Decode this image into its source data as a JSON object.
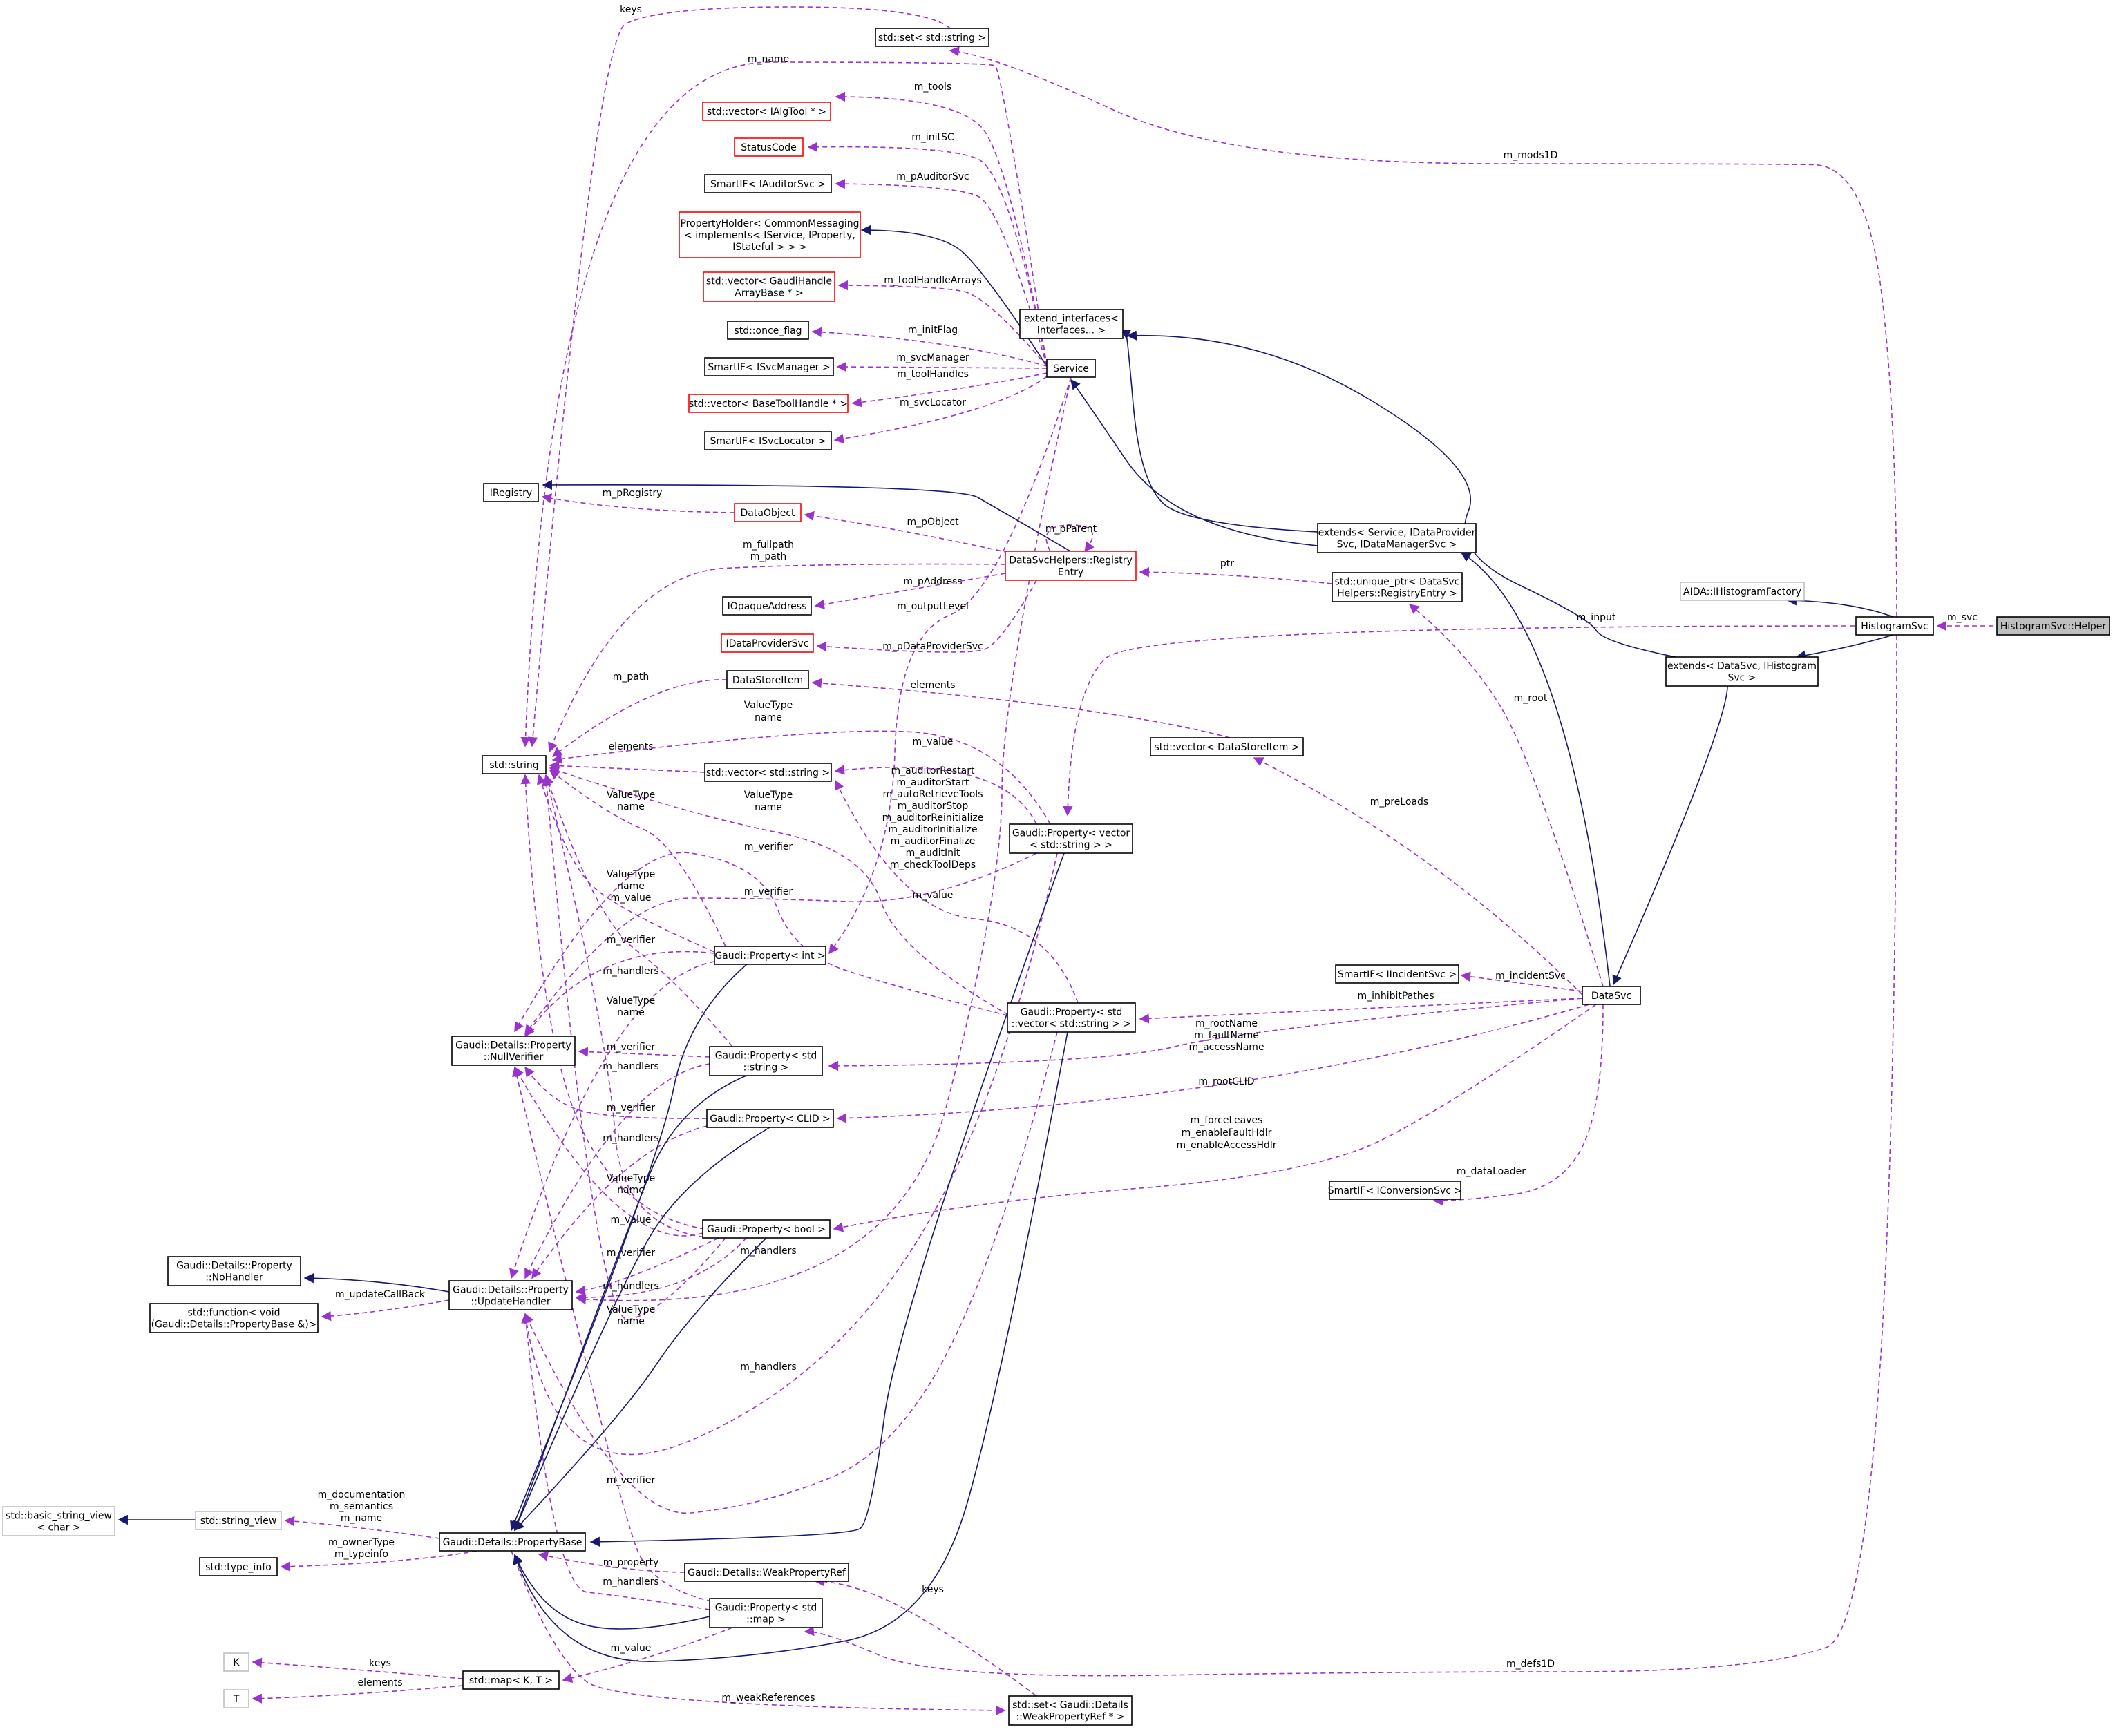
{
  "nodes": [
    {
      "id": "helper",
      "label": [
        "HistogramSvc::Helper"
      ],
      "style": "hl"
    },
    {
      "id": "histsvc",
      "label": [
        "HistogramSvc"
      ],
      "style": "std"
    },
    {
      "id": "aida",
      "label": [
        "AIDA::IHistogramFactory"
      ],
      "style": "gray"
    },
    {
      "id": "extdatasvc",
      "label": [
        "extends< DataSvc, IHistogram",
        "Svc >"
      ],
      "style": "std"
    },
    {
      "id": "datasvc",
      "label": [
        "DataSvc"
      ],
      "style": "std"
    },
    {
      "id": "extservice",
      "label": [
        "extends< Service, IDataProvider",
        "Svc, IDataManagerSvc >"
      ],
      "style": "std"
    },
    {
      "id": "extiface",
      "label": [
        "extend_interfaces<",
        "Interfaces... >"
      ],
      "style": "std"
    },
    {
      "id": "service",
      "label": [
        "Service"
      ],
      "style": "std"
    },
    {
      "id": "setstring",
      "label": [
        "std::set< std::string >"
      ],
      "style": "std"
    },
    {
      "id": "vecalgtool",
      "label": [
        "std::vector< IAlgTool * >"
      ],
      "style": "red"
    },
    {
      "id": "statuscode",
      "label": [
        "StatusCode"
      ],
      "style": "red"
    },
    {
      "id": "sifauditor",
      "label": [
        "SmartIF< IAuditorSvc >"
      ],
      "style": "std"
    },
    {
      "id": "propholder",
      "label": [
        "PropertyHolder< CommonMessaging",
        "< implements< IService, IProperty,",
        "IStateful > > >"
      ],
      "style": "red"
    },
    {
      "id": "vecgaudihandle",
      "label": [
        "std::vector< GaudiHandle",
        "ArrayBase * >"
      ],
      "style": "red"
    },
    {
      "id": "onceflag",
      "label": [
        "std::once_flag"
      ],
      "style": "std"
    },
    {
      "id": "sifsvcmgr",
      "label": [
        "SmartIF< ISvcManager >"
      ],
      "style": "std"
    },
    {
      "id": "vecbasetool",
      "label": [
        "std::vector< BaseToolHandle * >"
      ],
      "style": "red"
    },
    {
      "id": "sifsvcloc",
      "label": [
        "SmartIF< ISvcLocator >"
      ],
      "style": "std"
    },
    {
      "id": "iregistry",
      "label": [
        "IRegistry"
      ],
      "style": "std"
    },
    {
      "id": "dataobject",
      "label": [
        "DataObject"
      ],
      "style": "red"
    },
    {
      "id": "regentry",
      "label": [
        "DataSvcHelpers::Registry",
        "Entry"
      ],
      "style": "red"
    },
    {
      "id": "uniqueptr",
      "label": [
        "std::unique_ptr< DataSvc",
        "Helpers::RegistryEntry >"
      ],
      "style": "std"
    },
    {
      "id": "opaque",
      "label": [
        "IOpaqueAddress"
      ],
      "style": "std"
    },
    {
      "id": "idataprov",
      "label": [
        "IDataProviderSvc"
      ],
      "style": "red"
    },
    {
      "id": "datastoreitem",
      "label": [
        "DataStoreItem"
      ],
      "style": "std"
    },
    {
      "id": "stdstring",
      "label": [
        "std::string"
      ],
      "style": "std"
    },
    {
      "id": "vecstring",
      "label": [
        "std::vector< std::string >"
      ],
      "style": "std"
    },
    {
      "id": "vecdsi",
      "label": [
        "std::vector< DataStoreItem >"
      ],
      "style": "std"
    },
    {
      "id": "propvecstr",
      "label": [
        "Gaudi::Property< vector",
        "< std::string > >"
      ],
      "style": "std"
    },
    {
      "id": "propint",
      "label": [
        "Gaudi::Property< int >"
      ],
      "style": "std"
    },
    {
      "id": "nullverifier",
      "label": [
        "Gaudi::Details::Property",
        "::NullVerifier"
      ],
      "style": "std"
    },
    {
      "id": "propstdstr",
      "label": [
        "Gaudi::Property< std",
        "::string >"
      ],
      "style": "std"
    },
    {
      "id": "propstdvec",
      "label": [
        "Gaudi::Property< std",
        "::vector< std::string > >"
      ],
      "style": "std"
    },
    {
      "id": "propclid",
      "label": [
        "Gaudi::Property< CLID >"
      ],
      "style": "std"
    },
    {
      "id": "sifincident",
      "label": [
        "SmartIF< IIncidentSvc >"
      ],
      "style": "std"
    },
    {
      "id": "sifconv",
      "label": [
        "SmartIF< IConversionSvc >"
      ],
      "style": "std"
    },
    {
      "id": "propbool",
      "label": [
        "Gaudi::Property< bool >"
      ],
      "style": "std"
    },
    {
      "id": "nohandler",
      "label": [
        "Gaudi::Details::Property",
        "::NoHandler"
      ],
      "style": "std"
    },
    {
      "id": "updatehandler",
      "label": [
        "Gaudi::Details::Property",
        "::UpdateHandler"
      ],
      "style": "std"
    },
    {
      "id": "stdfunction",
      "label": [
        "std::function< void",
        "(Gaudi::Details::PropertyBase &)>"
      ],
      "style": "std"
    },
    {
      "id": "basicsv",
      "label": [
        "std::basic_string_view",
        "< char >"
      ],
      "style": "gray"
    },
    {
      "id": "stringview",
      "label": [
        "std::string_view"
      ],
      "style": "gray"
    },
    {
      "id": "typeinfo",
      "label": [
        "std::type_info"
      ],
      "style": "std"
    },
    {
      "id": "propbase",
      "label": [
        "Gaudi::Details::PropertyBase"
      ],
      "style": "std"
    },
    {
      "id": "weakref",
      "label": [
        "Gaudi::Details::WeakPropertyRef"
      ],
      "style": "std"
    },
    {
      "id": "propmap",
      "label": [
        "Gaudi::Property< std",
        "::map >"
      ],
      "style": "std"
    },
    {
      "id": "K",
      "label": [
        "K"
      ],
      "style": "gray"
    },
    {
      "id": "T",
      "label": [
        "T"
      ],
      "style": "gray"
    },
    {
      "id": "mapKT",
      "label": [
        "std::map< K, T >"
      ],
      "style": "std"
    },
    {
      "id": "setweak",
      "label": [
        "std::set< Gaudi::Details",
        "::WeakPropertyRef * >"
      ],
      "style": "std"
    }
  ],
  "edges": [
    {
      "id": "e1",
      "type": "uses",
      "label": [
        "m_svc"
      ]
    },
    {
      "id": "e2",
      "type": "inherits",
      "label": []
    },
    {
      "id": "e3",
      "type": "inherits",
      "label": []
    },
    {
      "id": "e4",
      "type": "uses",
      "label": [
        "m_input"
      ]
    },
    {
      "id": "e5",
      "type": "uses",
      "label": [
        "m_mods1D"
      ]
    },
    {
      "id": "e6",
      "type": "uses",
      "label": [
        "m_defs1D"
      ]
    },
    {
      "id": "e7",
      "type": "inherits",
      "label": []
    },
    {
      "id": "e8",
      "type": "inherits",
      "label": []
    },
    {
      "id": "e9",
      "type": "inherits",
      "label": []
    },
    {
      "id": "e10",
      "type": "inherits",
      "label": []
    },
    {
      "id": "e11",
      "type": "inherits",
      "label": []
    },
    {
      "id": "e12",
      "type": "uses",
      "label": [
        "m_root"
      ]
    },
    {
      "id": "e13",
      "type": "uses",
      "label": [
        "ptr"
      ]
    },
    {
      "id": "e14",
      "type": "uses",
      "label": [
        "m_preLoads"
      ]
    },
    {
      "id": "e15",
      "type": "uses",
      "label": [
        "m_incidentSvc"
      ]
    },
    {
      "id": "e16",
      "type": "uses",
      "label": [
        "m_inhibitPathes"
      ]
    },
    {
      "id": "e17",
      "type": "uses",
      "label": [
        "m_rootName",
        "m_faultName",
        "m_accessName"
      ]
    },
    {
      "id": "e18",
      "type": "uses",
      "label": [
        "m_rootCLID"
      ]
    },
    {
      "id": "e19",
      "type": "uses",
      "label": [
        "m_forceLeaves",
        "m_enableFaultHdlr",
        "m_enableAccessHdlr"
      ]
    },
    {
      "id": "e20",
      "type": "uses",
      "label": [
        "m_dataLoader"
      ]
    },
    {
      "id": "e21",
      "type": "uses",
      "label": [
        "keys"
      ]
    },
    {
      "id": "e22",
      "type": "uses",
      "label": [
        "m_name"
      ]
    },
    {
      "id": "e23",
      "type": "uses",
      "label": [
        "m_tools"
      ]
    },
    {
      "id": "e24",
      "type": "uses",
      "label": [
        "m_initSC"
      ]
    },
    {
      "id": "e25",
      "type": "uses",
      "label": [
        "m_pAuditorSvc"
      ]
    },
    {
      "id": "e26",
      "type": "inherits",
      "label": []
    },
    {
      "id": "e27",
      "type": "uses",
      "label": [
        "m_toolHandleArrays"
      ]
    },
    {
      "id": "e28",
      "type": "uses",
      "label": [
        "m_initFlag"
      ]
    },
    {
      "id": "e29",
      "type": "uses",
      "label": [
        "m_svcManager"
      ]
    },
    {
      "id": "e30",
      "type": "uses",
      "label": [
        "m_toolHandles"
      ]
    },
    {
      "id": "e31",
      "type": "uses",
      "label": [
        "m_svcLocator"
      ]
    },
    {
      "id": "e32",
      "type": "uses",
      "label": [
        "m_outputLevel"
      ]
    },
    {
      "id": "e33",
      "type": "uses",
      "label": [
        "m_auditorRestart",
        "m_auditorStart",
        "m_autoRetrieveTools",
        "m_auditorStop",
        "m_auditorReinitialize",
        "m_auditorInitialize",
        "m_auditorFinalize",
        "m_auditInit",
        "m_checkToolDeps"
      ]
    },
    {
      "id": "e34",
      "type": "inherits",
      "label": []
    },
    {
      "id": "e35",
      "type": "uses",
      "label": [
        "m_pRegistry"
      ]
    },
    {
      "id": "e36",
      "type": "uses",
      "label": [
        "m_pObject"
      ]
    },
    {
      "id": "e37",
      "type": "uses",
      "label": [
        "m_pParent"
      ]
    },
    {
      "id": "e38",
      "type": "uses",
      "label": [
        "m_fullpath",
        "m_path"
      ]
    },
    {
      "id": "e39",
      "type": "uses",
      "label": [
        "m_pAddress"
      ]
    },
    {
      "id": "e40",
      "type": "uses",
      "label": [
        "m_pDataProviderSvc"
      ]
    },
    {
      "id": "e41",
      "type": "uses",
      "label": [
        "m_path"
      ]
    },
    {
      "id": "e42",
      "type": "uses",
      "label": [
        "elements"
      ]
    },
    {
      "id": "e43",
      "type": "uses",
      "label": [
        "elements"
      ]
    },
    {
      "id": "e44",
      "type": "uses",
      "label": [
        "ValueType",
        "name"
      ]
    },
    {
      "id": "e45",
      "type": "uses",
      "label": [
        "m_value"
      ]
    },
    {
      "id": "e46",
      "type": "uses",
      "label": [
        "ValueType",
        "name"
      ]
    },
    {
      "id": "e47",
      "type": "uses",
      "label": [
        "m_verifier"
      ]
    },
    {
      "id": "e48",
      "type": "uses",
      "label": [
        "m_verifier"
      ]
    },
    {
      "id": "e49",
      "type": "uses",
      "label": [
        "m_value"
      ]
    },
    {
      "id": "e50",
      "type": "uses",
      "label": [
        "ValueType",
        "name"
      ]
    },
    {
      "id": "e51",
      "type": "uses",
      "label": [
        "ValueType",
        "name",
        "m_value"
      ]
    },
    {
      "id": "e52",
      "type": "uses",
      "label": [
        "m_verifier"
      ]
    },
    {
      "id": "e53",
      "type": "uses",
      "label": [
        "m_handlers"
      ]
    },
    {
      "id": "e54",
      "type": "uses",
      "label": [
        "ValueType",
        "name"
      ]
    },
    {
      "id": "e55",
      "type": "uses",
      "label": [
        "m_verifier"
      ]
    },
    {
      "id": "e56",
      "type": "uses",
      "label": [
        "m_handlers"
      ]
    },
    {
      "id": "e57",
      "type": "uses",
      "label": [
        "m_verifier"
      ]
    },
    {
      "id": "e58",
      "type": "uses",
      "label": [
        "m_handlers"
      ]
    },
    {
      "id": "e59",
      "type": "uses",
      "label": [
        "ValueType",
        "name"
      ]
    },
    {
      "id": "e60",
      "type": "uses",
      "label": [
        "m_value"
      ]
    },
    {
      "id": "e61",
      "type": "uses",
      "label": [
        "m_verifier"
      ]
    },
    {
      "id": "e62",
      "type": "uses",
      "label": [
        "m_handlers"
      ]
    },
    {
      "id": "e63",
      "type": "uses",
      "label": [
        "m_handlers"
      ]
    },
    {
      "id": "e64",
      "type": "uses",
      "label": [
        "ValueType",
        "name"
      ]
    },
    {
      "id": "e65",
      "type": "uses",
      "label": [
        "m_handlers"
      ]
    },
    {
      "id": "e66",
      "type": "inherits",
      "label": []
    },
    {
      "id": "e67",
      "type": "uses",
      "label": [
        "m_updateCallBack"
      ]
    },
    {
      "id": "e68",
      "type": "inherits",
      "label": []
    },
    {
      "id": "e69",
      "type": "uses",
      "label": [
        "m_documentation",
        "m_semantics",
        "m_name"
      ]
    },
    {
      "id": "e70",
      "type": "uses",
      "label": [
        "m_ownerType",
        "m_typeinfo"
      ]
    },
    {
      "id": "e71",
      "type": "uses",
      "label": [
        "m_property"
      ]
    },
    {
      "id": "e72",
      "type": "uses",
      "label": [
        "m_verifier"
      ]
    },
    {
      "id": "e73",
      "type": "uses",
      "label": [
        "m_handlers"
      ]
    },
    {
      "id": "e74",
      "type": "uses",
      "label": [
        "m_value"
      ]
    },
    {
      "id": "e75",
      "type": "uses",
      "label": [
        "keys"
      ]
    },
    {
      "id": "e76",
      "type": "uses",
      "label": [
        "elements"
      ]
    },
    {
      "id": "e77",
      "type": "uses",
      "label": [
        "keys"
      ]
    },
    {
      "id": "e78",
      "type": "uses",
      "label": [
        "m_weakReferences"
      ]
    },
    {
      "id": "e79",
      "type": "inherits",
      "label": []
    },
    {
      "id": "e80",
      "type": "inherits",
      "label": []
    },
    {
      "id": "e81",
      "type": "inherits",
      "label": []
    },
    {
      "id": "e82",
      "type": "inherits",
      "label": []
    },
    {
      "id": "e83",
      "type": "inherits",
      "label": []
    },
    {
      "id": "e84",
      "type": "inherits",
      "label": []
    },
    {
      "id": "e85",
      "type": "inherits",
      "label": []
    },
    {
      "id": "e86",
      "type": "uses",
      "label": [
        "m_verifier"
      ]
    }
  ]
}
